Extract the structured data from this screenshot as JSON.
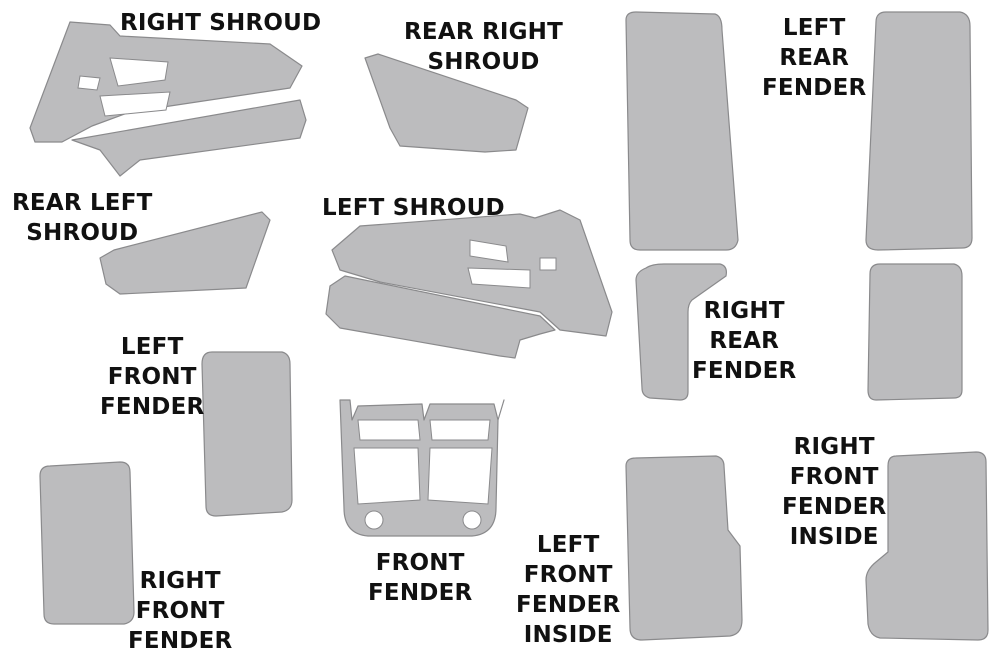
{
  "colors": {
    "part_fill": "#bcbcbe",
    "part_stroke": "#8a8a8c",
    "text": "#111111",
    "background": "#ffffff"
  },
  "labels": {
    "right_shroud": [
      "RIGHT SHROUD"
    ],
    "rear_right_shroud": [
      "REAR RIGHT",
      "SHROUD"
    ],
    "left_rear_fender": [
      "LEFT",
      "REAR",
      "FENDER"
    ],
    "rear_left_shroud": [
      "REAR LEFT",
      "SHROUD"
    ],
    "left_shroud": [
      "LEFT SHROUD"
    ],
    "right_rear_fender": [
      "RIGHT",
      "REAR",
      "FENDER"
    ],
    "left_front_fender": [
      "LEFT",
      "FRONT",
      "FENDER"
    ],
    "front_fender": [
      "FRONT",
      "FENDER"
    ],
    "right_front_fender_inside": [
      "RIGHT",
      "FRONT",
      "FENDER",
      "INSIDE"
    ],
    "left_front_fender_inside": [
      "LEFT",
      "FRONT",
      "FENDER",
      "INSIDE"
    ],
    "right_front_fender": [
      "RIGHT",
      "FRONT",
      "FENDER"
    ]
  }
}
